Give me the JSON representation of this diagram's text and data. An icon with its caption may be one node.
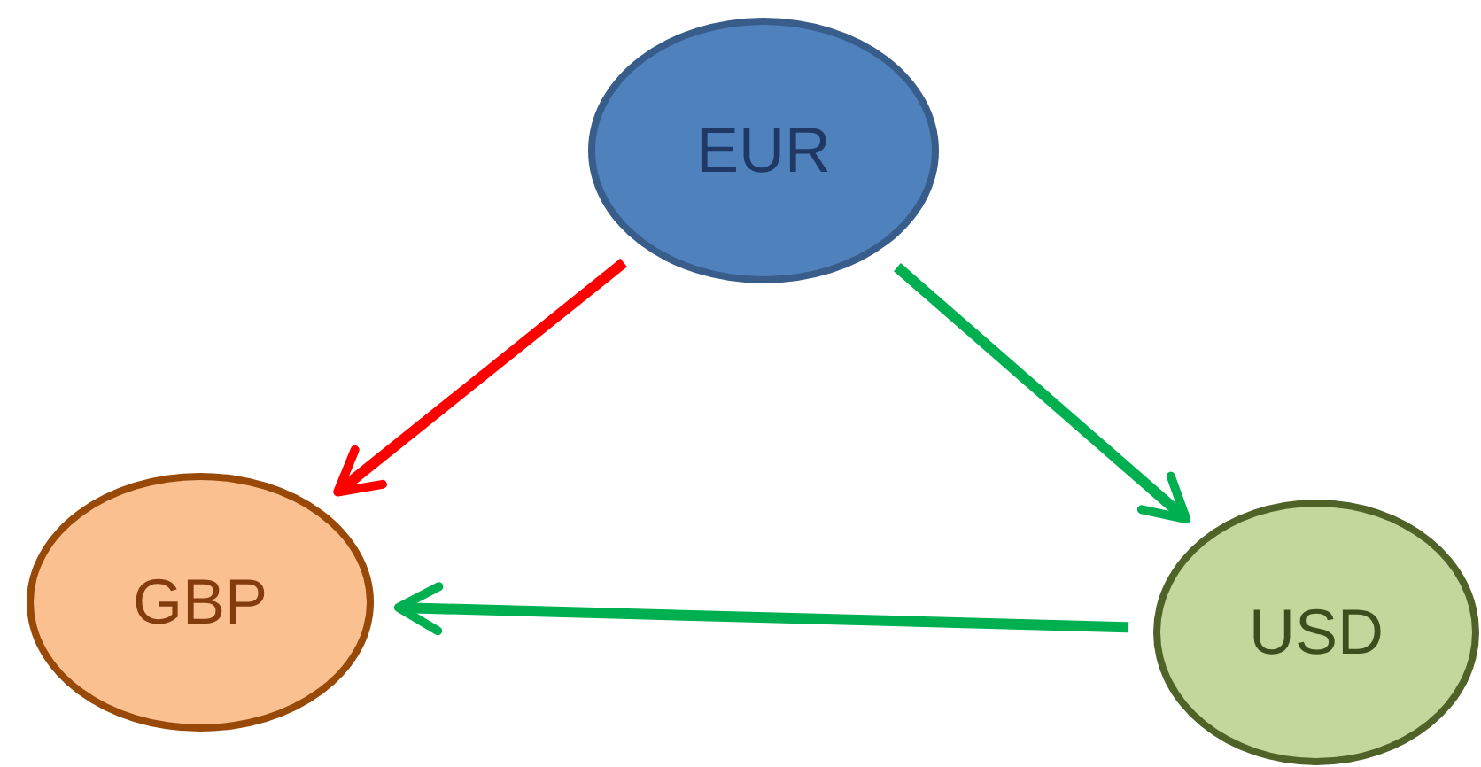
{
  "diagram": {
    "nodes": [
      {
        "text": [
          "EUR"
        ]
      },
      {
        "text": [
          "GBP"
        ]
      },
      {
        "text": [
          "USD"
        ]
      }
    ],
    "edges": [
      {
        "from": 0,
        "to": 1,
        "arrow": "to",
        "color": "#ff0000"
      },
      {
        "from": 0,
        "to": 2,
        "arrow": "to"
      },
      {
        "from": 2,
        "to": 1,
        "arrow": "to"
      }
    ]
  }
}
